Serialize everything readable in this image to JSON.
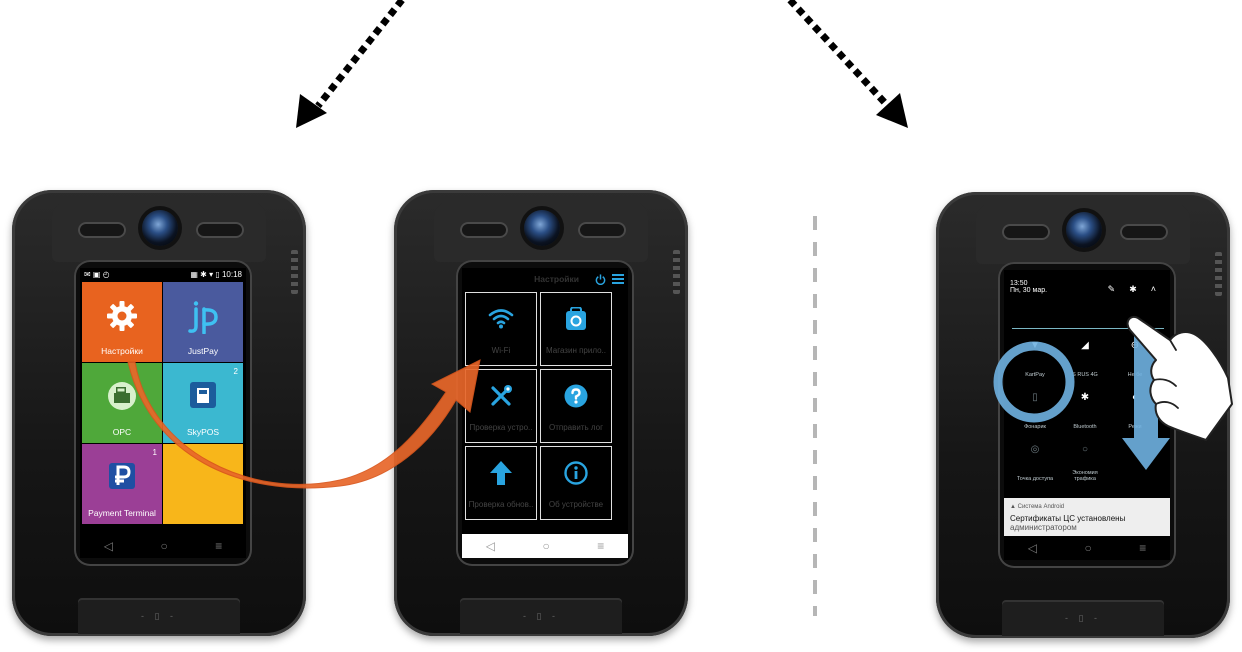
{
  "launcher": {
    "statusbar": {
      "time": "10:18"
    },
    "tiles": [
      {
        "label": "Настройки",
        "badge": ""
      },
      {
        "label": "JustPay",
        "badge": ""
      },
      {
        "label": "OPC",
        "badge": ""
      },
      {
        "label": "SkyPOS",
        "badge": "2"
      },
      {
        "label": "Payment Terminal",
        "badge": "1"
      },
      {
        "label": "",
        "badge": ""
      }
    ],
    "pager": "●●"
  },
  "settings_app": {
    "title": "Настройки",
    "items": [
      {
        "label": "Wi-Fi",
        "icon": "wifi-icon"
      },
      {
        "label": "Магазин прило..",
        "icon": "app-store-icon"
      },
      {
        "label": "Проверка устро..",
        "icon": "tools-icon"
      },
      {
        "label": "Отправить лог",
        "icon": "help-icon"
      },
      {
        "label": "Проверка обнов..",
        "icon": "update-arrow-icon"
      },
      {
        "label": "Об устройстве",
        "icon": "info-icon"
      }
    ]
  },
  "quick_settings": {
    "time": "13:50",
    "date": "Пн, 30 мар.",
    "tiles": [
      {
        "label": "KartPay",
        "icon": "wifi-icon"
      },
      {
        "label": "S RUS 4G",
        "icon": "signal-icon"
      },
      {
        "label": "Не бе",
        "icon": "dnd-icon"
      },
      {
        "label": "Фонарик",
        "icon": "flashlight-icon"
      },
      {
        "label": "Bluetooth",
        "icon": "bluetooth-icon"
      },
      {
        "label": "Режи",
        "icon": "mode-icon"
      },
      {
        "label": "Точка доступа",
        "icon": "hotspot-icon"
      },
      {
        "label": "Экономия трафика",
        "icon": "data-saver-icon"
      },
      {
        "label": "",
        "icon": ""
      }
    ],
    "notification": {
      "app": "Система Android",
      "title": "Сертификаты ЦС установлены",
      "text": "администратором"
    }
  },
  "colors": {
    "settings_tile": "#e8631f",
    "justpay_tile": "#4a5a9e",
    "opc_tile": "#4fa83a",
    "skypos_tile": "#3bb8d0",
    "payment_terminal_tile": "#9b3f96",
    "yellow_tile": "#f8b61a",
    "accent_blue": "#29a4e0",
    "quick_settings_bg": "#233036",
    "arrow_orange": "#e8672a",
    "swipe_blue": "#6fb1e1"
  }
}
